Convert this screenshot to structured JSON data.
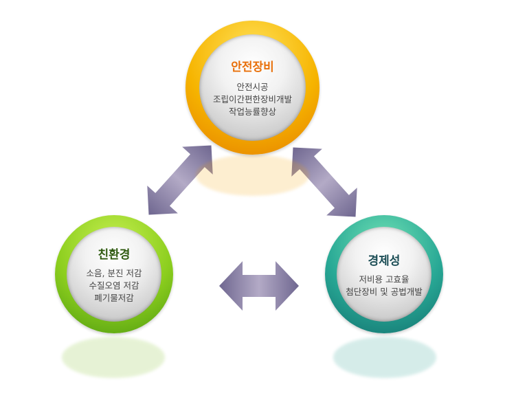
{
  "nodes": {
    "top": {
      "title": "안전장비",
      "lines": [
        "안전시공",
        "조립이간편한장비개발",
        "작업능률향상"
      ],
      "color": "#e8700a"
    },
    "left": {
      "title": "친환경",
      "lines": [
        "소음, 분진 저감",
        "수질오염 저감",
        "폐기물저감"
      ],
      "color": "#2f5a10"
    },
    "right": {
      "title": "경제성",
      "lines": [
        "저비용 고효율",
        "첨단장비 및 공법개발"
      ],
      "color": "#1b4d55"
    }
  }
}
